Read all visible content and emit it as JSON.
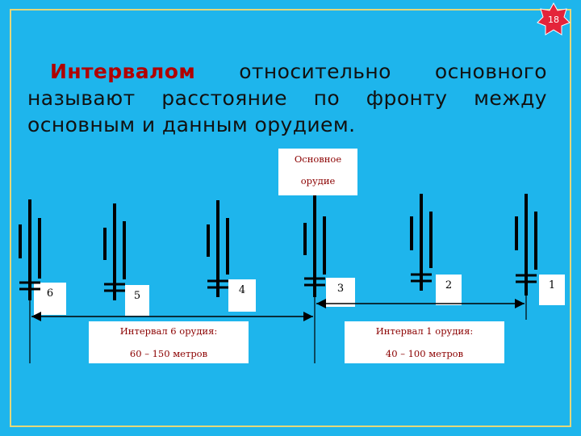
{
  "slide_number": "18",
  "paragraph": {
    "lead": "Интервалом",
    "rest": " относительно основного называют расстояние по фронту между основным и данным орудием."
  },
  "main_gun_label": [
    "Основное",
    "орудие"
  ],
  "gun_numbers": [
    "6",
    "5",
    "4",
    "3",
    "2",
    "1"
  ],
  "interval_left": [
    "Интервал 6 орудия:",
    "60 – 150 метров"
  ],
  "interval_right": [
    "Интервал 1 орудия:",
    "40 – 100 метров"
  ],
  "colors": {
    "background": "#1EB5EC",
    "lead_text": "#B00000",
    "label_text": "#8B0000",
    "star": "#E4243A"
  }
}
